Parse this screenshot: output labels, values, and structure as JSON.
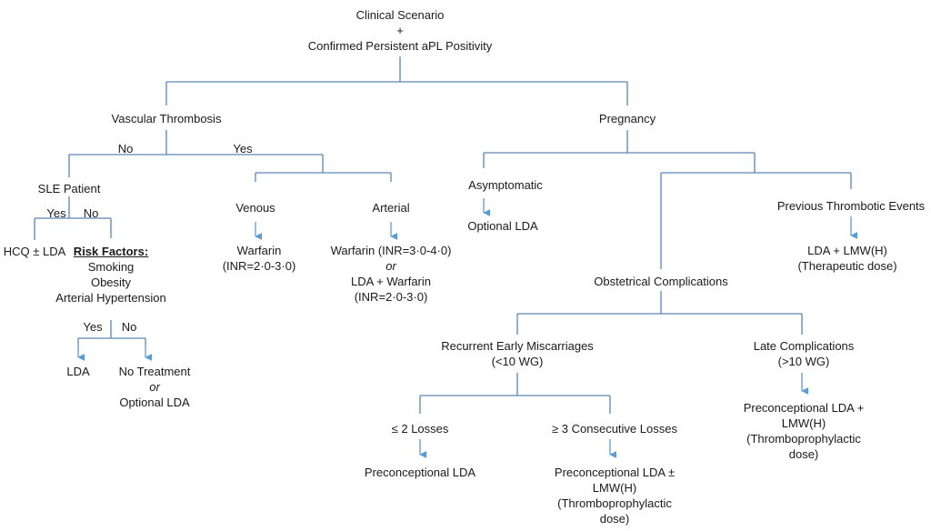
{
  "root": {
    "line1": "Clinical Scenario",
    "line2": "+",
    "line3": "Confirmed Persistent aPL Positivity"
  },
  "vascular": {
    "title": "Vascular Thrombosis",
    "no_label": "No",
    "yes_label": "Yes",
    "sle": {
      "title": "SLE Patient",
      "yes_label": "Yes",
      "no_label": "No",
      "yes_outcome": "HCQ ± LDA",
      "risk": {
        "title": "Risk Factors:",
        "items": [
          "Smoking",
          "Obesity",
          "Arterial Hypertension"
        ],
        "yes_label": "Yes",
        "no_label": "No",
        "yes_outcome": "LDA",
        "no_outcome": {
          "line1": "No Treatment",
          "or": "or",
          "line2": "Optional LDA"
        }
      }
    },
    "venous": {
      "title": "Venous",
      "treatment1": "Warfarin",
      "treatment2": "(INR=2·0-3·0)"
    },
    "arterial": {
      "title": "Arterial",
      "line1": "Warfarin (INR=3·0-4·0)",
      "or": "or",
      "line2": "LDA + Warfarin",
      "line3": "(INR=2·0-3·0)"
    }
  },
  "pregnancy": {
    "title": "Pregnancy",
    "asymptomatic": {
      "title": "Asymptomatic",
      "treatment": "Optional LDA"
    },
    "previous": {
      "title": "Previous Thrombotic Events",
      "line1": "LDA + LMW(H)",
      "line2": "(Therapeutic dose)"
    },
    "obstetrical": {
      "title": "Obstetrical Complications",
      "early": {
        "line1": "Recurrent Early Miscarriages",
        "line2": "(<10 WG)",
        "le2": {
          "title": "≤ 2 Losses",
          "treatment": "Preconceptional LDA"
        },
        "ge3": {
          "title": "≥ 3 Consecutive Losses",
          "line1": "Preconceptional LDA ±",
          "line2": "LMW(H)",
          "line3": "(Thromboprophylactic",
          "line4": "dose)"
        }
      },
      "late": {
        "line1": "Late Complications",
        "line2": "(>10 WG)",
        "t1": "Preconceptional LDA +",
        "t2": "LMW(H)",
        "t3": "(Thromboprophylactic",
        "t4": "dose)"
      }
    }
  },
  "colors": {
    "line": "#5b86b5",
    "arrow": "#5b9bd5",
    "text": "#1a1a1a"
  }
}
